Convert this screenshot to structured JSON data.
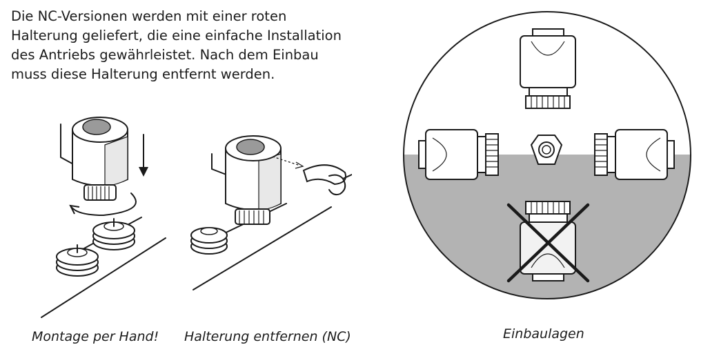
{
  "intro_lines": [
    "Die NC-Versionen werden mit einer roten",
    "Halterung geliefert, die eine einfache Installation",
    "des Antriebs gewährleistet. Nach dem Einbau",
    "muss diese Halterung entfernt werden."
  ],
  "captions": {
    "fig1": "Montage per Hand!",
    "fig2": "Halterung entfernen (NC)",
    "fig3": "Einbaulagen"
  },
  "colors": {
    "line": "#1a1a1a",
    "cap_gray": "#9a9a9a",
    "ground_gray": "#b3b3b3",
    "body_light": "#f2f2f2"
  }
}
